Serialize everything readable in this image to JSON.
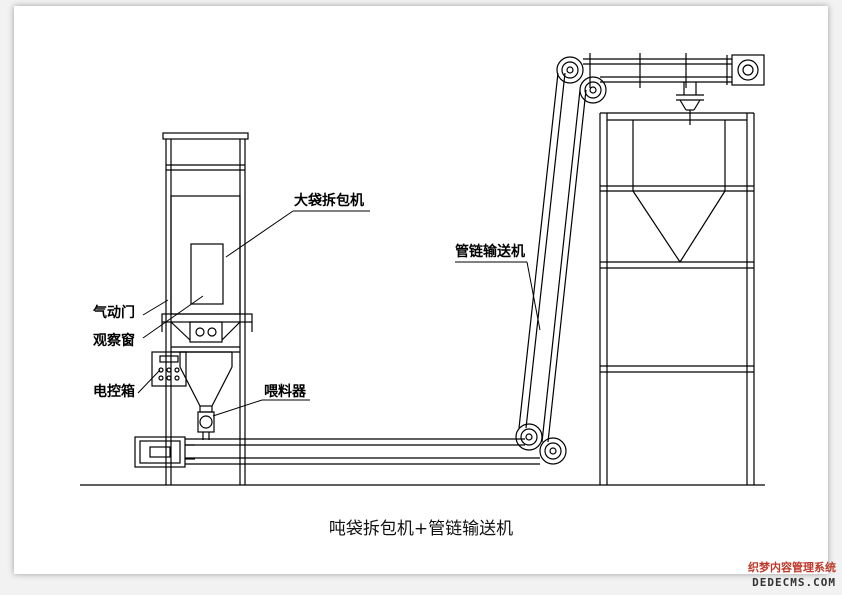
{
  "labels": {
    "bag_unpacker": "大袋拆包机",
    "pneumatic_door": "气动门",
    "viewing_window": "观察窗",
    "control_box": "电控箱",
    "feeder": "喂料器",
    "tube_chain_conveyor": "管链输送机"
  },
  "caption": "吨袋拆包机+管链输送机",
  "watermark": {
    "top": "织梦内容管理系统",
    "bottom": "DEDECMS.COM"
  },
  "colors": {
    "background": "#f2f2f2",
    "sheet": "#ffffff",
    "line": "#000000",
    "watermark_red": "#c0392b"
  }
}
